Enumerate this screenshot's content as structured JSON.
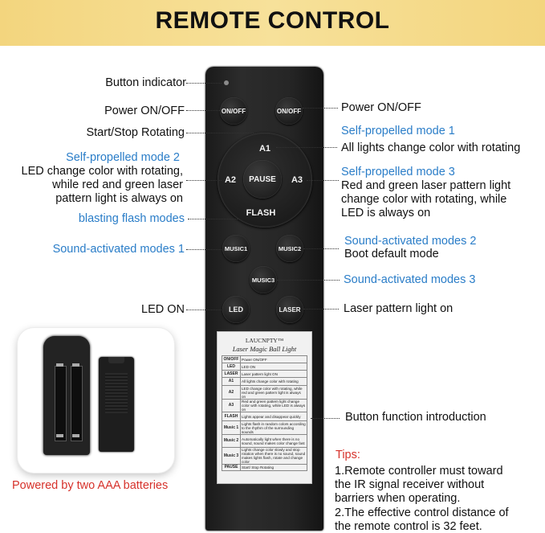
{
  "banner": {
    "title": "REMOTE CONTROL",
    "color": "#f5dc8a"
  },
  "colors": {
    "blue": "#2a7dc8",
    "red": "#d6322b",
    "remote": "#222222"
  },
  "labels": {
    "button_indicator": "Button indicator",
    "power_left": "Power ON/OFF",
    "power_right": "Power ON/OFF",
    "start_stop": "Start/Stop Rotating",
    "sp1_title": "Self-propelled mode 1",
    "sp1_desc": "All lights change color with rotating",
    "sp2_title": "Self-propelled mode 2",
    "sp2_desc": [
      "LED change color with rotating,",
      "while red and green laser",
      "pattern light is always on"
    ],
    "sp3_title": "Self-propelled mode 3",
    "sp3_desc": [
      "Red and green laser pattern light",
      "change color with rotating, while",
      "LED is always on"
    ],
    "flash": "blasting flash modes",
    "sound1": "Sound-activated modes 1",
    "sound2_title": "Sound-activated modes 2",
    "sound2_desc": "Boot default mode",
    "sound3": "Sound-activated modes 3",
    "led_on": "LED ON",
    "laser_on": "Laser pattern light on",
    "function_intro": "Button function introduction",
    "batteries": "Powered by two AAA batteries"
  },
  "buttons": {
    "onoff_left": "ON/OFF",
    "onoff_right": "ON/OFF",
    "a1": "A1",
    "a2": "A2",
    "a3": "A3",
    "pause": "PAUSE",
    "flash": "FLASH",
    "music1": "MUSIC1",
    "music2": "MUSIC2",
    "music3": "MUSIC3",
    "led": "LED",
    "laser": "LASER"
  },
  "plate": {
    "brand": "LAUCNPTY™",
    "model": "Laser Magic Ball Light",
    "rows": [
      [
        "ON/OFF",
        "Power ON/OFF"
      ],
      [
        "LED",
        "LED ON"
      ],
      [
        "LASER",
        "Laser pattern light ON"
      ],
      [
        "A1",
        "All lights change color with rotating"
      ],
      [
        "A2",
        "LED change color with rotating, while red and green pattern light is always on"
      ],
      [
        "A3",
        "Red and green pattern light change color with rotating, while LED is always on"
      ],
      [
        "FLASH",
        "Lights appear and disappear quickly"
      ],
      [
        "Music 1",
        "Lights flash in random colors according to the rhythm of the surrounding sounds"
      ],
      [
        "Music 2",
        "Automatically light when there is no sound, sound makes color change fast"
      ],
      [
        "Music 3",
        "Lights change color slowly and stop rotation when there is no sound, sound makes lights flash, rotate and change color"
      ],
      [
        "PAUSE",
        "Start/ Stop Rotating"
      ]
    ]
  },
  "tips": {
    "title": "Tips:",
    "lines": [
      "1.Remote controller must toward",
      "the IR signal receiver without",
      "barriers when operating.",
      "2.The effective control distance of",
      "the remote control is 32 feet."
    ]
  }
}
